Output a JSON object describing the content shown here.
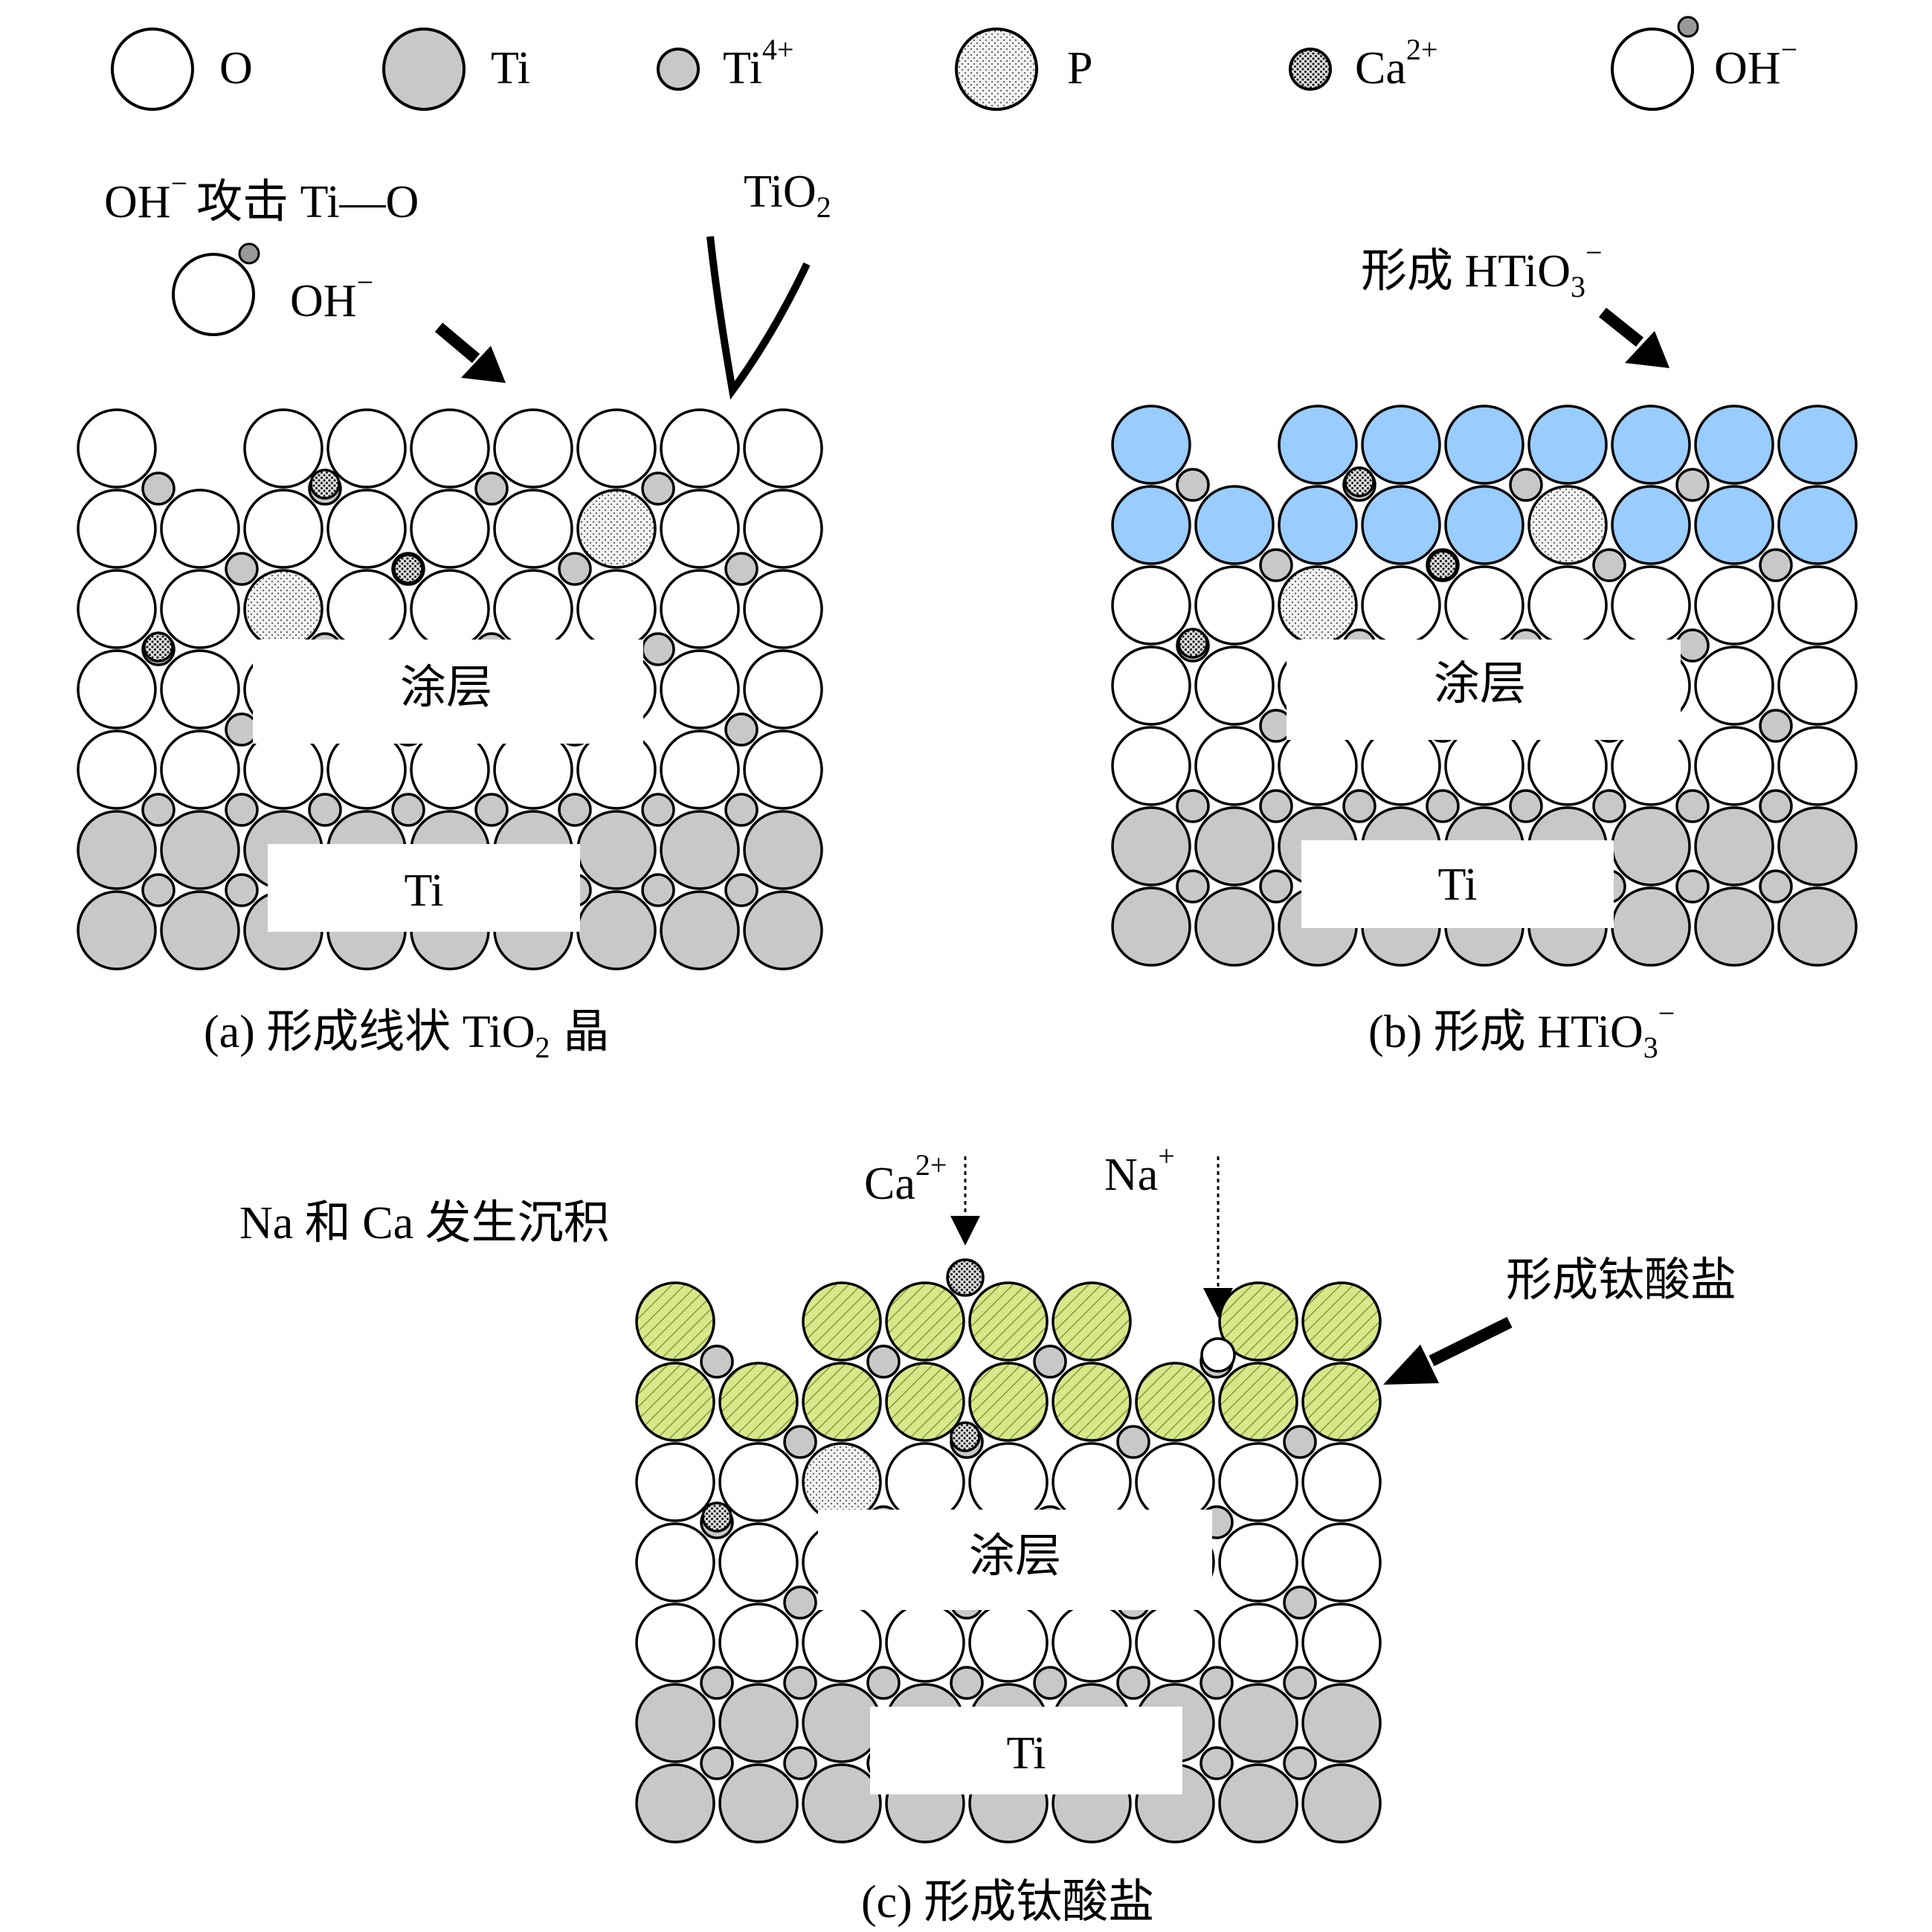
{
  "legend": {
    "o_label": "O",
    "ti_label": "Ti",
    "ti4_label": "Ti",
    "ti4_sup": "4+",
    "p_label": "P",
    "ca_label": "Ca",
    "ca_sup": "2+",
    "oh_label": "OH",
    "oh_sup": "−"
  },
  "panel_a": {
    "attack_prefix": "OH",
    "attack_sup": "−",
    "attack_text": "攻击 Ti—O",
    "oh_label": "OH",
    "oh_sup": "−",
    "tio2_label": "TiO",
    "tio2_sub": "2",
    "coating_label": "涂层",
    "ti_label": "Ti",
    "caption_prefix": "(a) 形成线状 TiO",
    "caption_sub": "2",
    "caption_suffix": "晶"
  },
  "panel_b": {
    "form_prefix": "形成 HTiO",
    "form_sub": "3",
    "form_sup": "−",
    "coating_label": "涂层",
    "ti_label": "Ti",
    "caption_prefix": "(b) 形成 HTiO",
    "caption_sub": "3",
    "caption_sup": "−"
  },
  "panel_c": {
    "deposit_label": "Na 和 Ca 发生沉积",
    "ca_label": "Ca",
    "ca_sup": "2+",
    "na_label": "Na",
    "na_sup": "+",
    "titanate_label": "形成钛酸盐",
    "coating_label": "涂层",
    "ti_label": "Ti",
    "caption": "(c) 形成钛酸盐"
  },
  "colors": {
    "oxygen": "#ffffff",
    "titanium": "#c8c8c8",
    "htio3": "#99ccff",
    "titanate": "#d6e88a",
    "outline": "#000000"
  }
}
